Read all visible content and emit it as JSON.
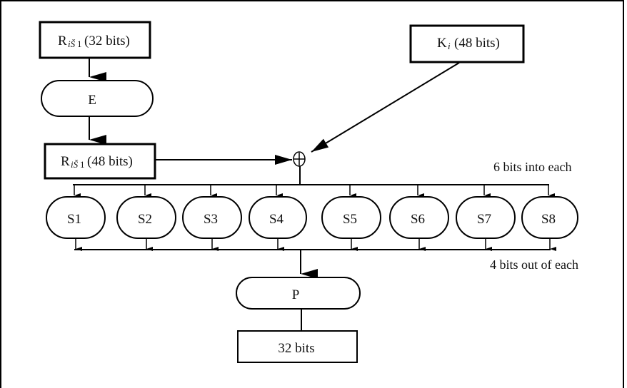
{
  "diagram": {
    "title": "DES round function f(R, K)",
    "input_r32": {
      "main": "R",
      "subscript": "iŠ",
      "subscript_tail": "1",
      "suffix": "(32 bits)"
    },
    "expansion": {
      "label": "E"
    },
    "input_r48": {
      "main": "R",
      "subscript": "iŠ",
      "subscript_tail": "1",
      "suffix": "(48 bits)"
    },
    "key": {
      "main": "K",
      "subscript": "i",
      "suffix": "(48 bits)"
    },
    "xor_symbol": "⊕",
    "sboxes_in_note": "6 bits into each",
    "sboxes": [
      "S1",
      "S2",
      "S3",
      "S4",
      "S5",
      "S6",
      "S7",
      "S8"
    ],
    "sboxes_out_note": "4 bits out of each",
    "permutation": {
      "label": "P"
    },
    "output": {
      "label": "32 bits"
    }
  }
}
